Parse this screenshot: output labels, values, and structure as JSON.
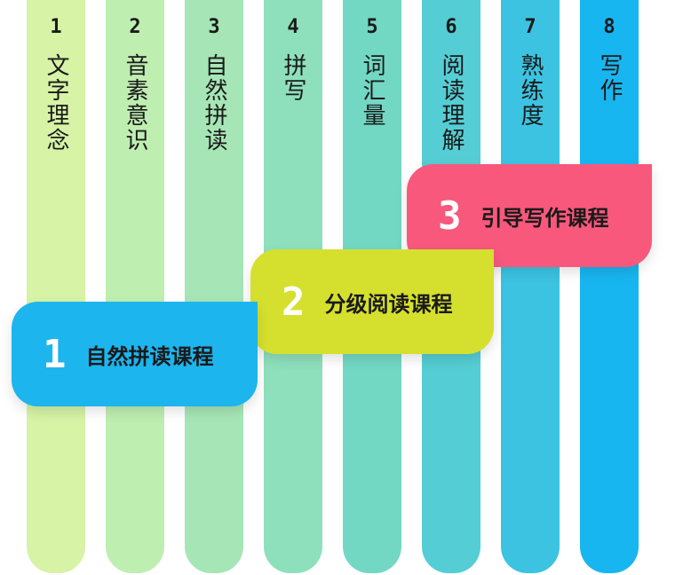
{
  "pillars": [
    {
      "num": "1",
      "label": "文字理念",
      "color": "#d6f3a6"
    },
    {
      "num": "2",
      "label": "音素意识",
      "color": "#bfeeb1"
    },
    {
      "num": "3",
      "label": "自然拼读",
      "color": "#a6e6b6"
    },
    {
      "num": "4",
      "label": "拼写",
      "color": "#8ee0bc"
    },
    {
      "num": "5",
      "label": "词汇量",
      "color": "#72d8c4"
    },
    {
      "num": "6",
      "label": "阅读理解",
      "color": "#55cdd4"
    },
    {
      "num": "7",
      "label": "熟练度",
      "color": "#3cc3e2"
    },
    {
      "num": "8",
      "label": "写作",
      "color": "#18b6f0"
    }
  ],
  "courses": [
    {
      "num": "1",
      "title": "自然拼读课程",
      "color": "#1cb5ee"
    },
    {
      "num": "2",
      "title": "分级阅读课程",
      "color": "#d5e02e"
    },
    {
      "num": "3",
      "title": "引导写作课程",
      "color": "#f8587c"
    }
  ]
}
